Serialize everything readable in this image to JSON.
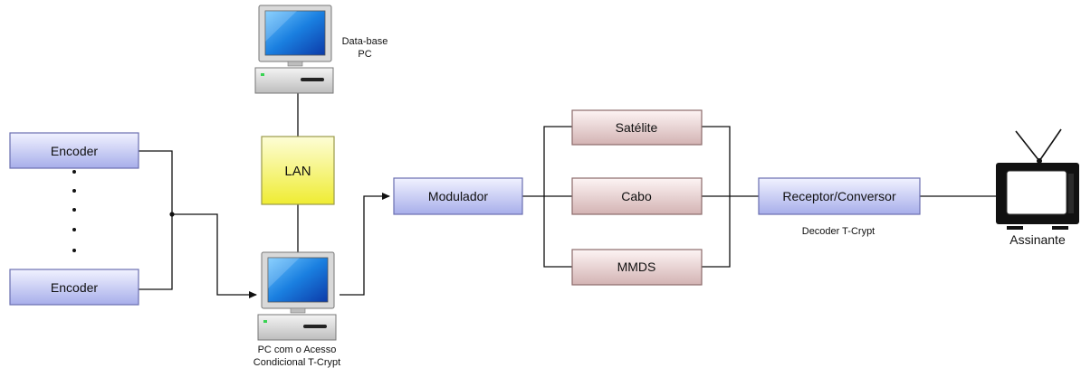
{
  "nodes": {
    "encoder_top": "Encoder",
    "encoder_bottom": "Encoder",
    "lan": "LAN",
    "modulator": "Modulador",
    "satellite": "Satélite",
    "cable": "Cabo",
    "mmds": "MMDS",
    "receiver": "Receptor/Conversor"
  },
  "labels": {
    "database_pc_line1": "Data-base",
    "database_pc_line2": "PC",
    "ca_pc_line1": "PC com o Acesso",
    "ca_pc_line2": "Condicional T-Crypt",
    "decoder": "Decoder T-Crypt",
    "subscriber": "Assinante"
  },
  "icons": {
    "database_pc": "desktop-computer-icon",
    "ca_pc": "desktop-computer-icon",
    "tv": "television-icon"
  },
  "colors": {
    "blue_box_top": "#eef0ff",
    "blue_box_bottom": "#a9b0ec",
    "blue_box_border": "#6a6fb0",
    "pink_box_top": "#fdf3f3",
    "pink_box_bottom": "#d6b6b6",
    "pink_box_border": "#8c6b6b",
    "lan_top": "#fdfdd0",
    "lan_bottom": "#f1ef3a",
    "lan_border": "#9a9a4a",
    "line": "#111111"
  }
}
